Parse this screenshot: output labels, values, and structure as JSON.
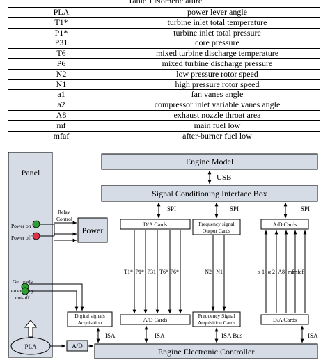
{
  "table": {
    "caption": "Table 1  Nomenclature",
    "rows": [
      [
        "PLA",
        "power lever angle"
      ],
      [
        "T1*",
        "turbine inlet total temperature"
      ],
      [
        "P1*",
        "turbine inlet total pressure"
      ],
      [
        "P31",
        "core pressure"
      ],
      [
        "T6",
        "mixed turbine discharge temperature"
      ],
      [
        "P6",
        "mixed turbine discharge pressure"
      ],
      [
        "N2",
        "low pressure rotor speed"
      ],
      [
        "N1",
        "high pressure rotor speed"
      ],
      [
        "a1",
        "fan vanes angle"
      ],
      [
        "a2",
        "compressor inlet variable vanes angle"
      ],
      [
        "A8",
        "exhaust nozzle throat area"
      ],
      [
        "mf",
        "main fuel low"
      ],
      [
        "mfaf",
        "after-burner fuel low"
      ]
    ]
  },
  "diagram": {
    "panel": "Panel",
    "engine_model": "Engine Model",
    "usb": "USB",
    "sci_box": "Signal Conditioning Interface Box",
    "spi": "SPI",
    "relay_control_1": "Relay",
    "relay_control_2": "Control",
    "power_on": "Power on",
    "power_off": "Power off",
    "power": "Power",
    "get_ready": "Get ready",
    "emergency_1": "emergency",
    "emergency_2": "cut-off",
    "da_cards": "D/A Cards",
    "ad_cards": "A/D Cards",
    "freq_out_1": "Frequency signal",
    "freq_out_2": "Output Cards",
    "freq_acq_1": "Frequency Signal",
    "freq_acq_2": "Acquisition Cards",
    "dig_acq_1": "Digital signals",
    "dig_acq_2": "Acquisition",
    "isa": "ISA",
    "isa_bus": "ISA Bus",
    "ad": "A/D",
    "pla": "PLA",
    "eec": "Engine Electronic Controller",
    "signals_left": [
      "T1*",
      "P1*",
      "P31",
      "T6*",
      "P6*"
    ],
    "signals_mid": [
      "N2",
      "N1"
    ],
    "signals_right": [
      "α 1",
      "α 2",
      "A8",
      "mf",
      "mfaf"
    ]
  }
}
